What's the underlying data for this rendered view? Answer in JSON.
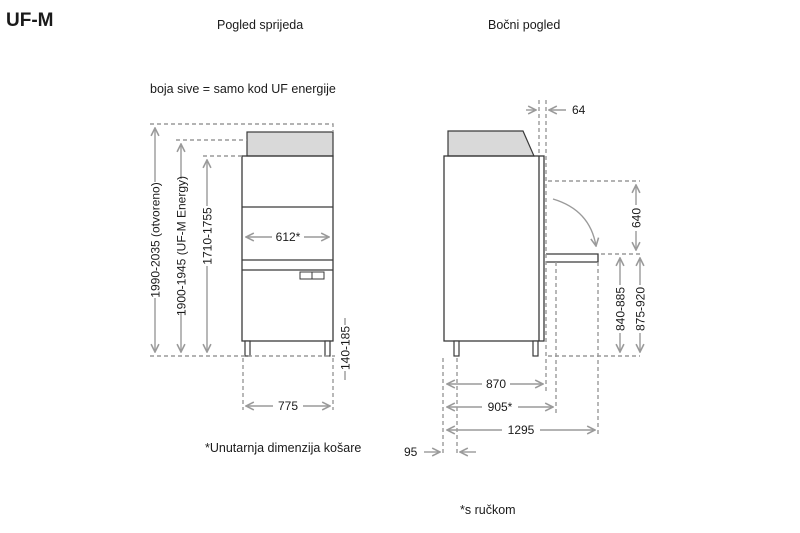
{
  "title": "UF-M",
  "views": {
    "front": "Pogled sprijeda",
    "side": "Bočni pogled"
  },
  "legend": "boja sive = samo kod UF energije",
  "notes": {
    "inner": "*Unutarnja dimenzija košare",
    "handle": "*s ručkom"
  },
  "dims": {
    "h_open": "1990-2035 (otvoreno)",
    "h_energy": "1900-1945 (UF-M Energy)",
    "h_base": "1710-1755",
    "w_inner": "612*",
    "legs": "140-185",
    "w_front": "775",
    "d_top": "64",
    "d_door_arc": "640",
    "d_door_h1": "840-885",
    "d_door_h2": "875-920",
    "d_870": "870",
    "d_905": "905*",
    "d_1295": "1295",
    "d_95": "95"
  }
}
